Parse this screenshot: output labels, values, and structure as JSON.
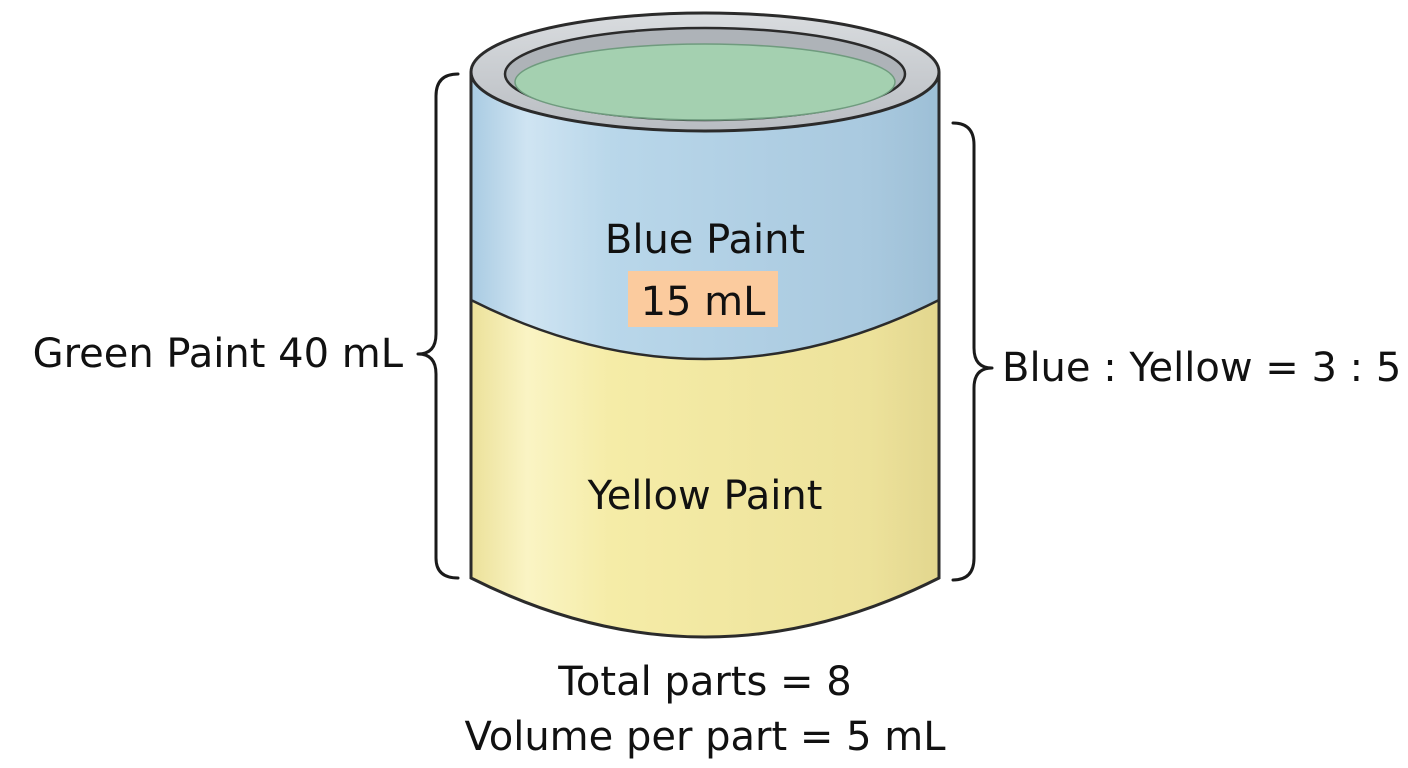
{
  "labels": {
    "blue": "Blue Paint",
    "blue_volume": "15 mL",
    "yellow": "Yellow Paint",
    "green_total": "Green Paint 40 mL",
    "ratio": "Blue : Yellow = 3 : 5",
    "total_parts": "Total parts = 8",
    "volume_per_part": "Volume per part = 5 mL"
  },
  "colors": {
    "blue_paint": "#b9d7ea",
    "yellow_paint": "#f5eca7",
    "green_paint": "#a4d0b0",
    "rim": "#c9ccd0",
    "highlight": "#fbcb9e",
    "outline": "#2b2b2b"
  }
}
